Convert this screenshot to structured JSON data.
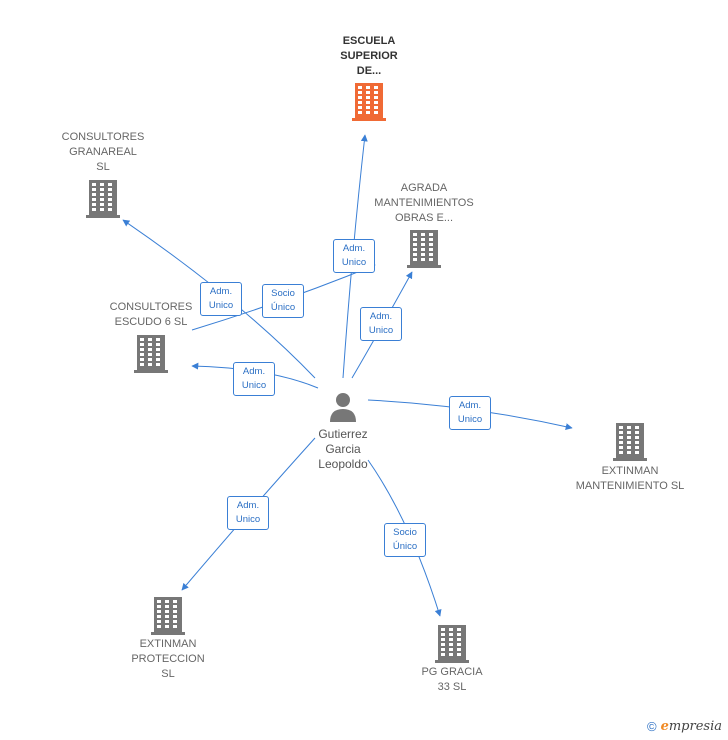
{
  "center": {
    "name_lines": [
      "Gutierrez",
      "Garcia",
      "Leopoldo"
    ]
  },
  "companies": [
    {
      "id": "escuela",
      "lines": [
        "ESCUELA",
        "SUPERIOR",
        "DE..."
      ],
      "main": true
    },
    {
      "id": "granareal",
      "lines": [
        "CONSULTORES",
        "GRANAREAL",
        "SL"
      ]
    },
    {
      "id": "agrada",
      "lines": [
        "AGRADA",
        "MANTENIMIENTOS",
        "OBRAS E..."
      ]
    },
    {
      "id": "escudo6",
      "lines": [
        "CONSULTORES",
        "ESCUDO 6 SL"
      ]
    },
    {
      "id": "extinman_mant",
      "lines": [
        "EXTINMAN",
        "MANTENIMIENTO SL"
      ]
    },
    {
      "id": "extinman_prot",
      "lines": [
        "EXTINMAN",
        "PROTECCION",
        "SL"
      ]
    },
    {
      "id": "pggracia",
      "lines": [
        "PG GRACIA",
        "33 SL"
      ]
    }
  ],
  "edges": [
    {
      "target": "escuela",
      "lines": [
        "Adm.",
        "Unico"
      ]
    },
    {
      "target": "granareal",
      "lines": [
        "Adm.",
        "Unico"
      ]
    },
    {
      "target": "granareal",
      "lines": [
        "Socio",
        "Único"
      ]
    },
    {
      "target": "agrada",
      "lines": [
        "Adm.",
        "Unico"
      ]
    },
    {
      "target": "escudo6",
      "lines": [
        "Adm.",
        "Unico"
      ]
    },
    {
      "target": "extinman_mant",
      "lines": [
        "Adm.",
        "Unico"
      ]
    },
    {
      "target": "extinman_prot",
      "lines": [
        "Adm.",
        "Unico"
      ]
    },
    {
      "target": "pggracia",
      "lines": [
        "Socio",
        "Único"
      ]
    }
  ],
  "colors": {
    "main_node": "#f06a35",
    "node": "#777777",
    "edge": "#3a7fd5",
    "person": "#777777"
  },
  "footer": {
    "copyright": "©",
    "brand_initial": "e",
    "brand_rest": "mpresia"
  }
}
